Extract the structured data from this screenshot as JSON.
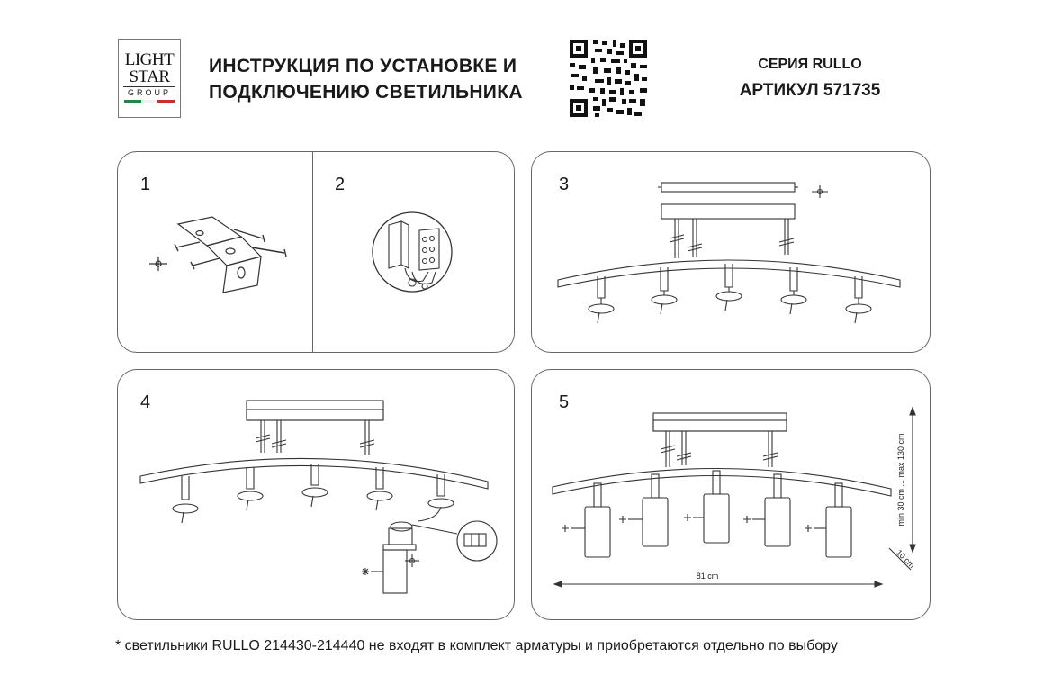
{
  "header": {
    "logo": {
      "line1": "LIGHT",
      "line2": "STAR",
      "line3": "GROUP",
      "flag_colors": [
        "#1f8a3a",
        "#ffffff",
        "#d12b2b"
      ]
    },
    "title_line1": "ИНСТРУКЦИЯ ПО УСТАНОВКЕ И",
    "title_line2": "ПОДКЛЮЧЕНИЮ СВЕТИЛЬНИКА",
    "qr_icon": "qr-code-icon",
    "series": "СЕРИЯ RULLO",
    "article": "АРТИКУЛ 571735"
  },
  "steps": [
    {
      "number": "1"
    },
    {
      "number": "2"
    },
    {
      "number": "3"
    },
    {
      "number": "4"
    },
    {
      "number": "5"
    }
  ],
  "diagram5": {
    "width_label": "81 cm",
    "height_label": "min 30 cm ... max 130 cm",
    "depth_label": "10 cm"
  },
  "footnote": "* светильники RULLO 214430-214440 не входят в комплект арматуры и приобретаются отдельно по выбору",
  "colors": {
    "line": "#333333",
    "border": "#666666"
  }
}
